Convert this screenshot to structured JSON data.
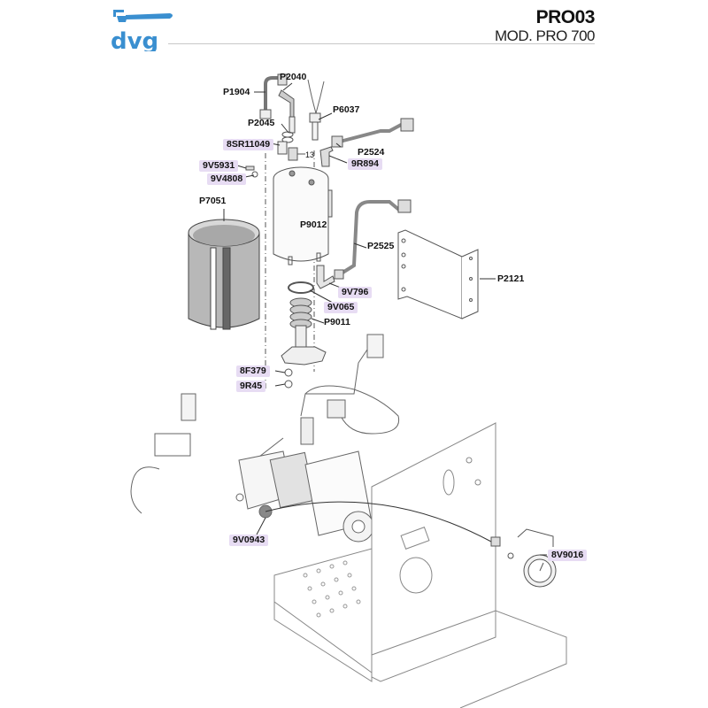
{
  "header": {
    "brand": "dvg",
    "model_code": "PRO03",
    "model_name": "MOD. PRO 700",
    "brand_color": "#3a8fd0",
    "highlight_color": "#e7dcf3"
  },
  "diagram": {
    "title": "Exploded parts view",
    "callout_13": "13",
    "parts": [
      {
        "id": "P1904",
        "highlighted": false
      },
      {
        "id": "P2040",
        "highlighted": false
      },
      {
        "id": "P6037",
        "highlighted": false
      },
      {
        "id": "P2045",
        "highlighted": false
      },
      {
        "id": "8SR11049",
        "highlighted": true
      },
      {
        "id": "P2524",
        "highlighted": false
      },
      {
        "id": "9R894",
        "highlighted": true
      },
      {
        "id": "9V5931",
        "highlighted": true
      },
      {
        "id": "9V4808",
        "highlighted": true
      },
      {
        "id": "P7051",
        "highlighted": false
      },
      {
        "id": "P9012",
        "highlighted": false
      },
      {
        "id": "P2525",
        "highlighted": false
      },
      {
        "id": "P2121",
        "highlighted": false
      },
      {
        "id": "9V796",
        "highlighted": true
      },
      {
        "id": "9V065",
        "highlighted": true
      },
      {
        "id": "P9011",
        "highlighted": false
      },
      {
        "id": "8F379",
        "highlighted": true
      },
      {
        "id": "9R45",
        "highlighted": true
      },
      {
        "id": "9V0943",
        "highlighted": true
      },
      {
        "id": "8V9016",
        "highlighted": true
      }
    ]
  }
}
